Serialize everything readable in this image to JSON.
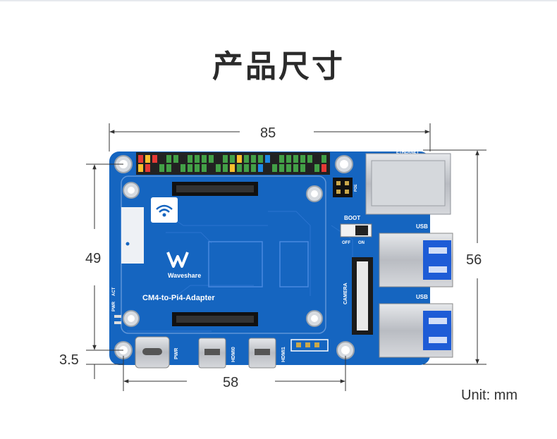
{
  "title": "产品尺寸",
  "dimensions": {
    "width_total": "85",
    "height_total": "56",
    "hole_vertical": "49",
    "hole_horizontal": "58",
    "hole_offset": "3.5"
  },
  "unit": "Unit: mm",
  "board": {
    "name": "CM4-to-Pi4-Adapter",
    "brand": "Waveshare",
    "silk_labels": {
      "boot": "BOOT",
      "off": "OFF",
      "on": "ON",
      "usb_top": "USB",
      "usb_bottom": "USB",
      "camera": "CAMERA",
      "pwr": "PWR",
      "hdmi0": "HDMI0",
      "hdmi1": "HDMI1",
      "pwr_led": "PWR",
      "act_led": "ACT",
      "ethernet": "ETHERNET",
      "poe": "POE"
    }
  },
  "colors": {
    "pcb": "#1565c0",
    "pcb_dark": "#0d4fa0",
    "metal": "#c9ccd1",
    "dim_line": "#333333"
  }
}
